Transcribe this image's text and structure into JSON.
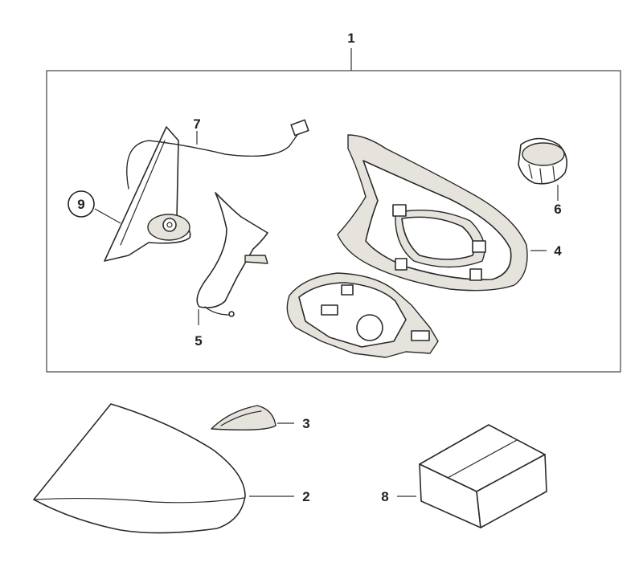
{
  "callouts": {
    "c1": "1",
    "c2": "2",
    "c3": "3",
    "c4": "4",
    "c5": "5",
    "c6": "6",
    "c7": "7",
    "c8": "8",
    "c9": "9"
  },
  "colors": {
    "line": "#2a2a2a",
    "part_fill": "#ffffff",
    "shade_fill": "#e6e3dc",
    "background": "#ffffff"
  }
}
